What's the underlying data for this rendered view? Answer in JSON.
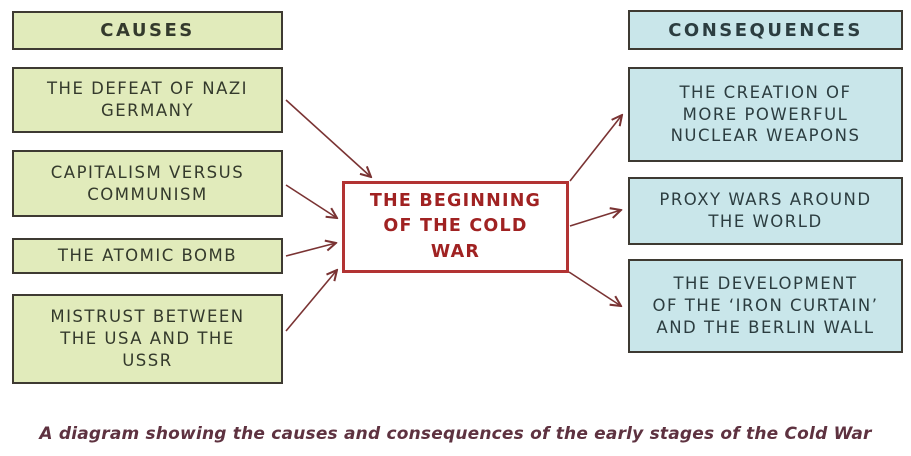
{
  "causes": {
    "header": "CAUSES",
    "items": [
      "THE DEFEAT OF NAZI\nGERMANY",
      "CAPITALISM VERSUS\nCOMMUNISM",
      "THE ATOMIC BOMB",
      "MISTRUST BETWEEN\nTHE USA AND THE\nUSSR"
    ]
  },
  "center": {
    "label": "THE BEGINNING\nOF THE COLD\nWAR"
  },
  "consequences": {
    "header": "CONSEQUENCES",
    "items": [
      "THE CREATION OF\nMORE POWERFUL\nNUCLEAR WEAPONS",
      "PROXY WARS AROUND\nTHE WORLD",
      "THE DEVELOPMENT\nOF THE ‘IRON CURTAIN’\nAND THE BERLIN WALL"
    ]
  },
  "caption": "A diagram showing the causes and consequences of the early stages of the Cold War",
  "colors": {
    "cause_fill": "#e1ebbb",
    "consequence_fill": "#c9e6ea",
    "box_border": "#3e3a32",
    "center_border": "#b23333",
    "center_text": "#a02222",
    "arrow": "#7a3333",
    "caption_text": "#5e3240"
  }
}
